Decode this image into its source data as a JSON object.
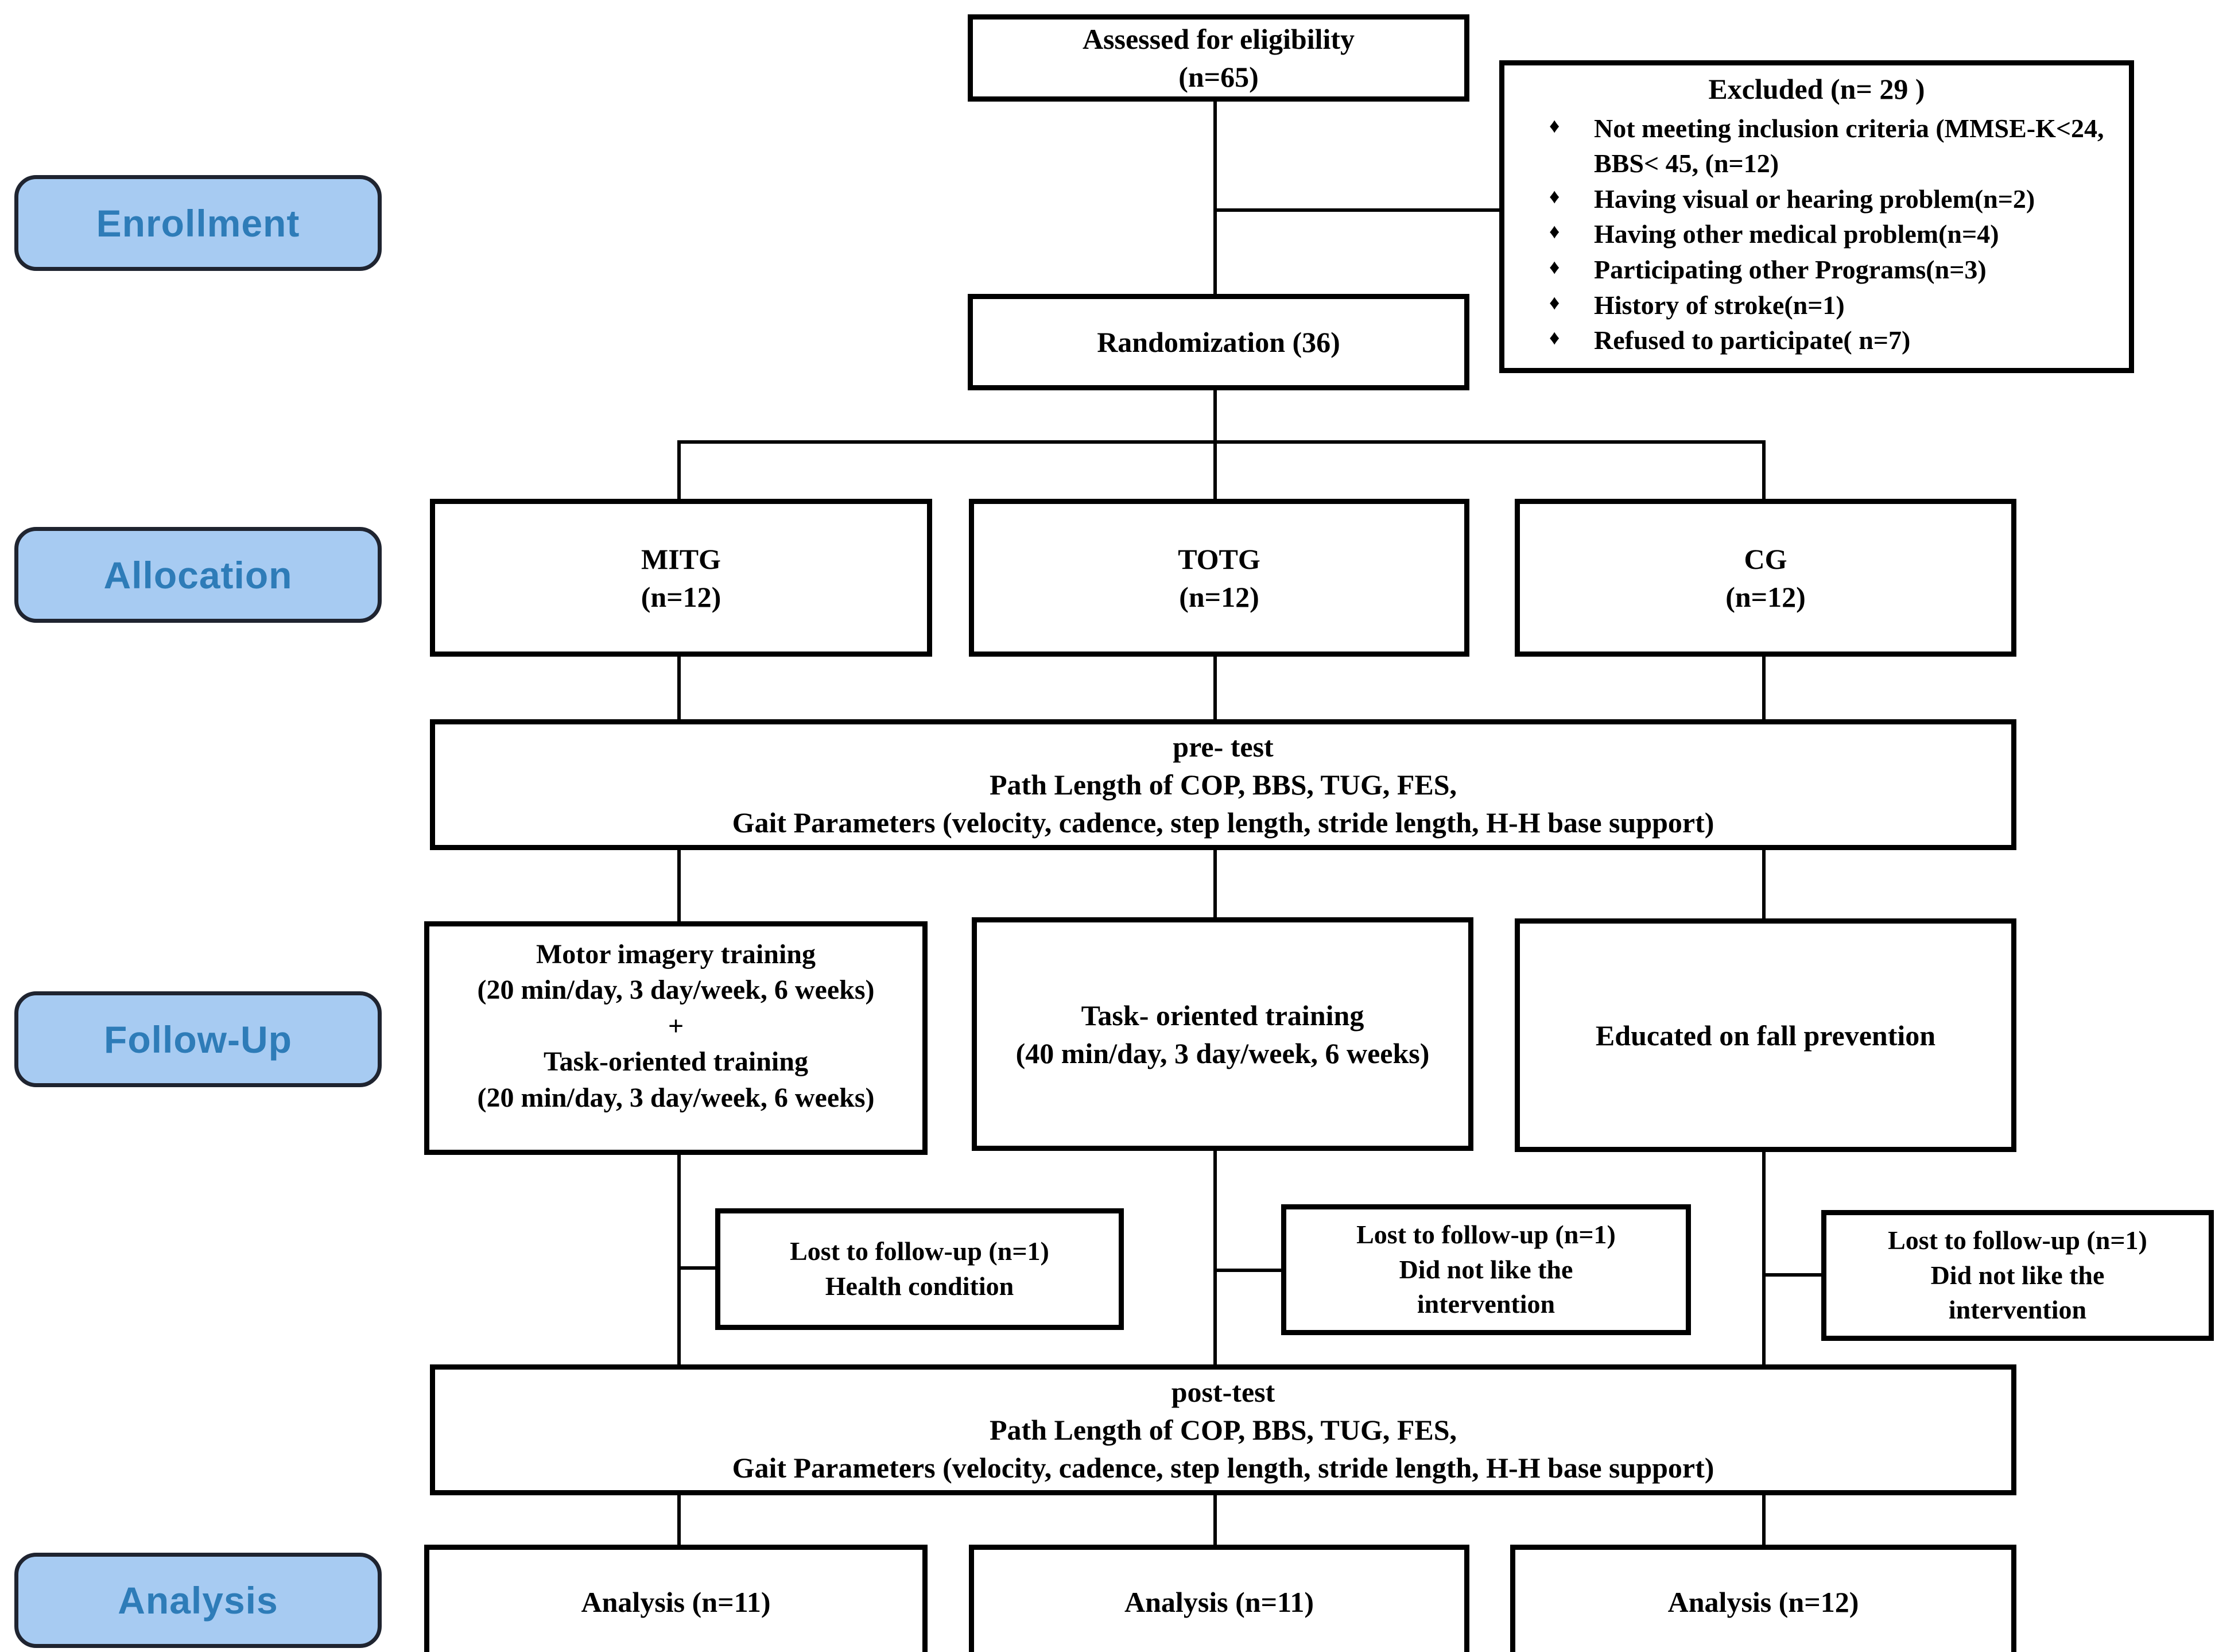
{
  "colors": {
    "stage_fill": "#A7CBF2",
    "stage_text": "#2E7CB8",
    "stage_border": "#1F2430",
    "box_border": "#000000",
    "line": "#000000",
    "text": "#000000",
    "background": "#FFFFFF"
  },
  "stages": {
    "enrollment": "Enrollment",
    "allocation": "Allocation",
    "follow_up": "Follow-Up",
    "analysis": "Analysis"
  },
  "assessed": {
    "line1": "Assessed for eligibility",
    "line2": "(n=65)"
  },
  "excluded": {
    "title": "Excluded (n= 29 )",
    "bullet": "♦",
    "items": [
      "Not meeting inclusion criteria (MMSE-K<24, BBS< 45, (n=12)",
      "Having visual or hearing problem(n=2)",
      "Having other medical problem(n=4)",
      "Participating other Programs(n=3)",
      "History of stroke(n=1)",
      "Refused to participate( n=7)"
    ]
  },
  "randomization": "Randomization (36)",
  "groups": [
    {
      "name": "MITG",
      "n": "(n=12)"
    },
    {
      "name": "TOTG",
      "n": "(n=12)"
    },
    {
      "name": "CG",
      "n": "(n=12)"
    }
  ],
  "pre_test": {
    "line1": "pre- test",
    "line2": "Path Length of COP, BBS, TUG, FES,",
    "line3": "Gait Parameters (velocity, cadence, step length, stride length, H-H base support)"
  },
  "interventions": {
    "mitg": {
      "line1": "Motor imagery training",
      "line2": "(20 min/day, 3 day/week, 6 weeks)",
      "line3": "+",
      "line4": "Task-oriented training",
      "line5": "(20 min/day, 3 day/week, 6 weeks)"
    },
    "totg": {
      "line1": "Task- oriented training",
      "line2": "(40 min/day, 3 day/week, 6 weeks)"
    },
    "cg": {
      "line1": "Educated on fall prevention"
    }
  },
  "lost": [
    {
      "line1": "Lost to follow-up (n=1)",
      "line2": "Health condition",
      "line3": ""
    },
    {
      "line1": "Lost to follow-up (n=1)",
      "line2": "Did not like the",
      "line3": "intervention"
    },
    {
      "line1": "Lost to follow-up (n=1)",
      "line2": "Did not like the",
      "line3": "intervention"
    }
  ],
  "post_test": {
    "line1": "post-test",
    "line2": "Path Length of COP, BBS, TUG, FES,",
    "line3": "Gait Parameters (velocity, cadence, step length, stride length, H-H base support)"
  },
  "analysis_boxes": [
    "Analysis (n=11)",
    "Analysis (n=11)",
    "Analysis (n=12)"
  ]
}
